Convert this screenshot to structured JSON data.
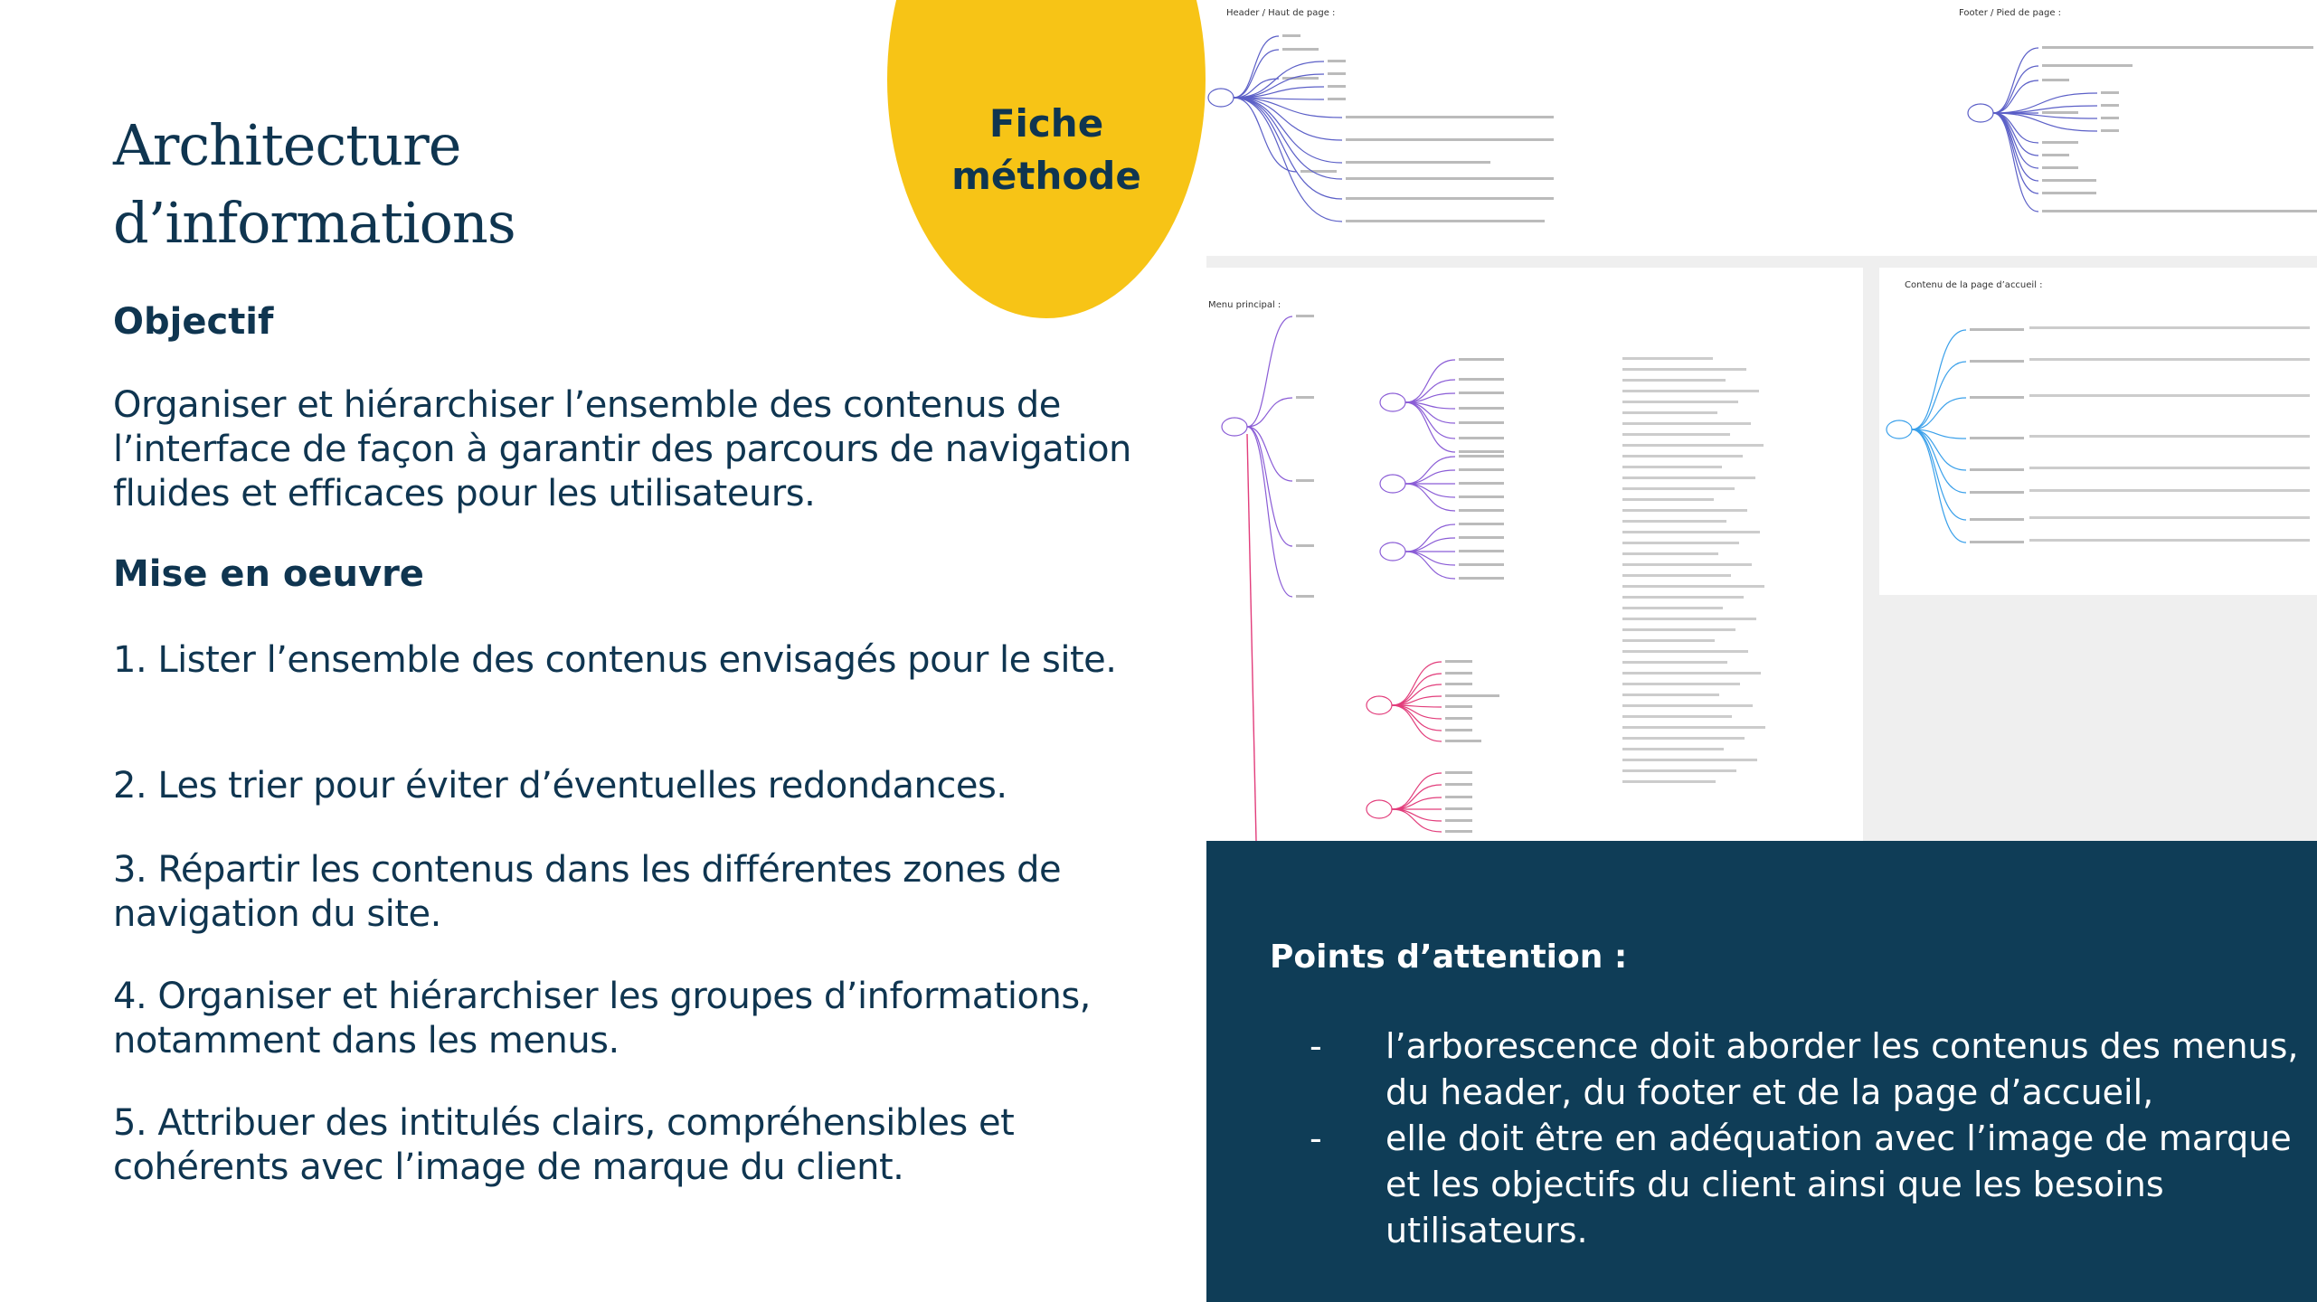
{
  "title": [
    "Architecture",
    "d’informations"
  ],
  "badge": [
    "Fiche",
    "méthode"
  ],
  "objectif": {
    "heading": "Objectif",
    "text": "Organiser et hiérarchiser l’ensemble des contenus de l’interface de façon à garantir des parcours de navigation fluides et efficaces pour les utilisateurs."
  },
  "mise_en_oeuvre": {
    "heading": "Mise en oeuvre",
    "steps": [
      "1. Lister l’ensemble des contenus envisagés pour le site.",
      "2. Les trier pour éviter d’éventuelles redondances.",
      "3. Répartir les contenus dans les différentes zones de navigation du site.",
      "4. Organiser et hiérarchiser les groupes d’informations, notamment dans les menus.",
      "5. Attribuer des intitulés clairs, compréhensibles et cohérents avec l’image de marque du client."
    ]
  },
  "mindmap": {
    "header_title": "Header / Haut de page :",
    "footer_title": "Footer / Pied de page :",
    "menu_title": "Menu principal :",
    "home_title": "Contenu de la page d’accueil :",
    "colors": {
      "header": "#5b5fc7",
      "menu": "#8a5cd6",
      "menu2": "#e23d7b",
      "home": "#3aa0ea"
    }
  },
  "attention": {
    "heading": "Points d’attention :",
    "bullets": [
      {
        "marker": "-",
        "text": "l’arborescence doit aborder les contenus des menus, du header, du footer et de la page d’accueil,"
      },
      {
        "marker": "-",
        "text": "elle doit être en adéquation avec l’image de marque et les objectifs du client ainsi que les besoins utilisateurs."
      }
    ]
  },
  "colors": {
    "navy": "#0f3550",
    "panel": "#0f3d57",
    "yellow": "#f7c416"
  }
}
